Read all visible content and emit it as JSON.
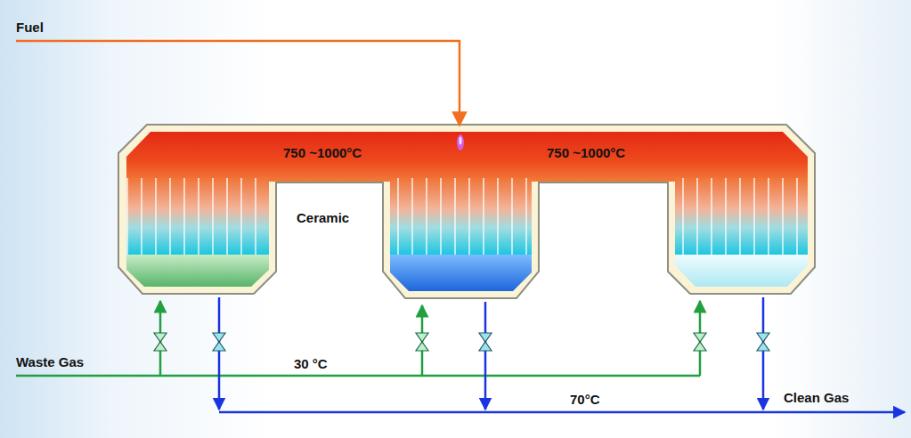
{
  "diagram": {
    "labels": [
      "Fuel",
      "750 ~1000°C",
      "750 ~1000°C",
      "Ceramic",
      "Waste Gas",
      "30 °C",
      "70°C",
      "Clean Gas"
    ]
  }
}
